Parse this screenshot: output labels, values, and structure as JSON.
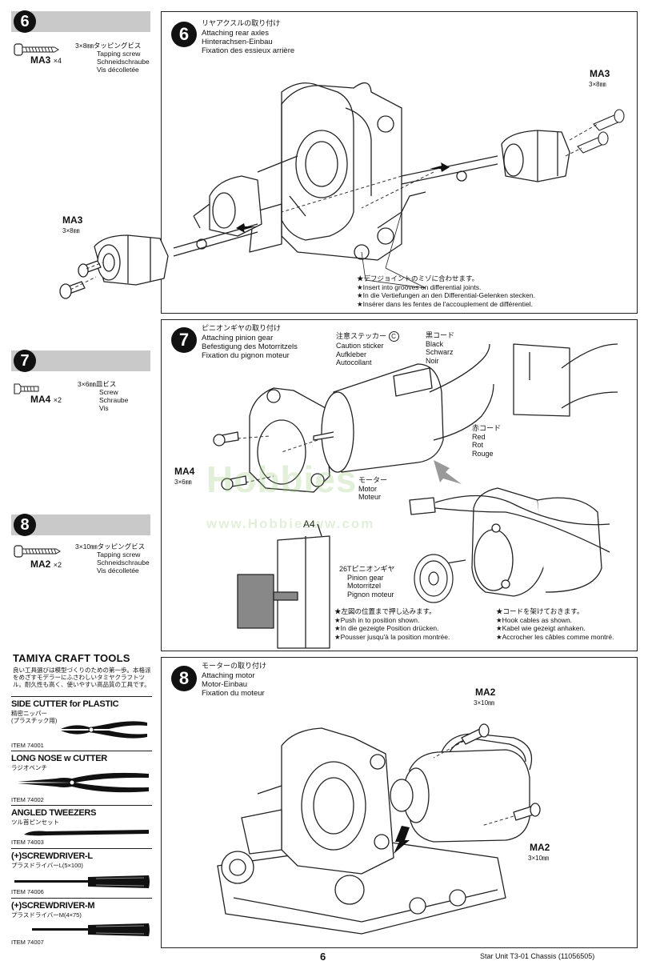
{
  "left_column": {
    "step6": {
      "number": "6",
      "part": "MA3",
      "qty": "×4",
      "jp": "3×8㎜タッピングビス",
      "en": "Tapping screw",
      "de": "Schneidschraube",
      "fr": "Vis décolletée"
    },
    "step7": {
      "number": "7",
      "part": "MA4",
      "qty": "×2",
      "jp": "3×6㎜皿ビス",
      "en": "Screw",
      "de": "Schraube",
      "fr": "Vis"
    },
    "step8": {
      "number": "8",
      "part": "MA2",
      "qty": "×2",
      "jp": "3×10㎜タッピングビス",
      "en": "Tapping screw",
      "de": "Schneidschraube",
      "fr": "Vis décolletée"
    }
  },
  "tools": {
    "header": "TAMIYA CRAFT TOOLS",
    "intro_line1": "良い工具選びは模型づくりのための第一歩。本格派",
    "intro_line2": "をめざすモデラーにふさわしいタミヤクラフトツ",
    "intro_line3": "ル。耐久性も高く、使いやすい高品質の工具です。",
    "items": [
      {
        "name": "SIDE CUTTER for PLASTIC",
        "jp": "精密ニッパー",
        "jp2": "(プラスチック用)",
        "item": "ITEM 74001"
      },
      {
        "name": "LONG NOSE w CUTTER",
        "jp": "ラジオペンチ",
        "item": "ITEM 74002"
      },
      {
        "name": "ANGLED TWEEZERS",
        "jp": "ツル首ピンセット",
        "item": "ITEM 74003"
      },
      {
        "name": "(+)SCREWDRIVER-L",
        "jp": "プラスドライバーL(5×100)",
        "item": "ITEM 74006"
      },
      {
        "name": "(+)SCREWDRIVER-M",
        "jp": "プラスドライバーM(4×75)",
        "item": "ITEM 74007"
      }
    ]
  },
  "panel6": {
    "number": "6",
    "title_jp": "リヤアクスルの取り付け",
    "title_en": "Attaching rear axles",
    "title_de": "Hinterachsen-Einbau",
    "title_fr": "Fixation des essieux arrière",
    "label_right": "MA3",
    "label_right_sub": "3×8㎜",
    "label_left": "MA3",
    "label_left_sub": "3×8㎜",
    "note_jp": "★デフジョイントのミゾに合わせます。",
    "note_en": "★Insert into grooves on differential joints.",
    "note_de": "★In die Vertiefungen an den Differential-Gelenken stecken.",
    "note_fr": "★Insérer dans les fentes de l'accouplement de différentiel."
  },
  "panel7": {
    "number": "7",
    "title_jp": "ピニオンギヤの取り付け",
    "title_en": "Attaching pinion gear",
    "title_de": "Befestigung des Motorritzels",
    "title_fr": "Fixation du pignon moteur",
    "sticker_jp": "注意ステッカー",
    "sticker_mark": "C",
    "sticker_en": "Caution sticker",
    "sticker_de": "Aufkleber",
    "sticker_fr": "Autocollant",
    "black_jp": "黒コード",
    "black_en": "Black",
    "black_de": "Schwarz",
    "black_fr": "Noir",
    "red_jp": "赤コード",
    "red_en": "Red",
    "red_de": "Rot",
    "red_fr": "Rouge",
    "motor_jp": "モーター",
    "motor_en": "Motor",
    "motor_de": "Motor",
    "motor_fr": "Moteur",
    "ma4": "MA4",
    "ma4_sub": "3×6㎜",
    "a4": "A4",
    "pinion_jp": "26Tピニオンギヤ",
    "pinion_en": "Pinion gear",
    "pinion_de": "Motorritzel",
    "pinion_fr": "Pignon moteur",
    "push_jp": "★左図の位置まで押し込みます。",
    "push_en": "★Push in to position shown.",
    "push_de": "★In die gezeigte Position drücken.",
    "push_fr": "★Pousser jusqu'à la position montrée.",
    "hook_jp": "★コードを架けておきます。",
    "hook_en": "★Hook cables as shown.",
    "hook_de": "★Kabel wie gezeigt anhaken.",
    "hook_fr": "★Accrocher les câbles comme montré."
  },
  "panel8": {
    "number": "8",
    "title_jp": "モーターの取り付け",
    "title_en": "Attaching motor",
    "title_de": "Motor-Einbau",
    "title_fr": "Fixation du moteur",
    "label_top": "MA2",
    "label_top_sub": "3×10㎜",
    "label_bottom": "MA2",
    "label_bottom_sub": "3×10㎜"
  },
  "watermark": {
    "line1": "Hobbies",
    "line2": "www.Hobbiesww.com"
  },
  "footer": {
    "page": "6",
    "right": "Star Unit T3-01 Chassis (11056505)"
  }
}
